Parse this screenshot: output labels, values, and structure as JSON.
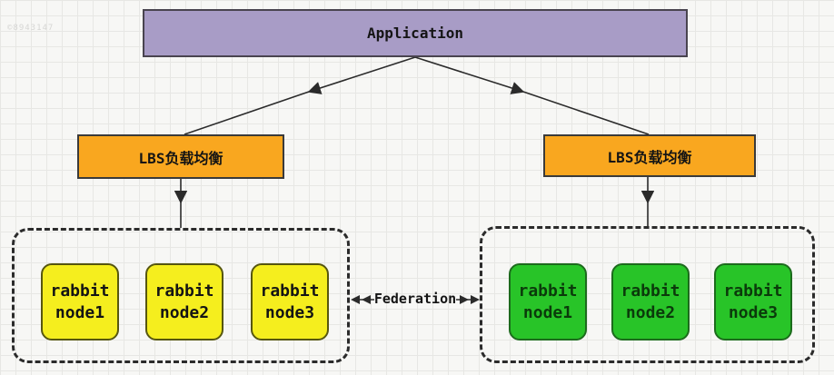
{
  "watermark": "©8943147",
  "diagram": {
    "application": {
      "label": "Application",
      "fill": "#a89cc6"
    },
    "load_balancers": [
      {
        "label": "LBS负载均衡",
        "fill": "#f9a71f"
      },
      {
        "label": "LBS负载均衡",
        "fill": "#f9a71f"
      }
    ],
    "clusters": [
      {
        "side": "left",
        "node_fill": "#f5ee1e",
        "nodes": [
          {
            "label": "rabbit\nnode1"
          },
          {
            "label": "rabbit\nnode2"
          },
          {
            "label": "rabbit\nnode3"
          }
        ]
      },
      {
        "side": "right",
        "node_fill": "#28c428",
        "nodes": [
          {
            "label": "rabbit\nnode1"
          },
          {
            "label": "rabbit\nnode2"
          },
          {
            "label": "rabbit\nnode3"
          }
        ]
      }
    ],
    "federation": {
      "label": "Federation"
    },
    "colors": {
      "arrow": "#2b2b2b",
      "background": "#f7f7f5",
      "grid_line": "#e7e7e4"
    }
  }
}
